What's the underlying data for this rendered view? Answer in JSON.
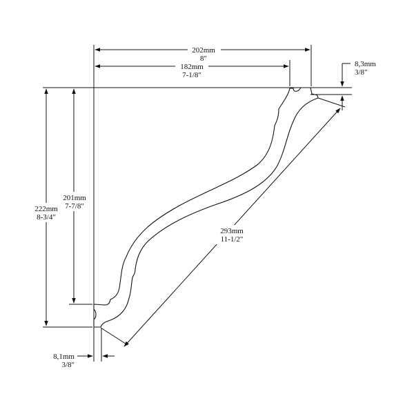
{
  "dimensions": {
    "top_outer": {
      "metric": "202mm",
      "imperial": "8\""
    },
    "top_inner": {
      "metric": "182mm",
      "imperial": "7-1/8\""
    },
    "top_right_small": {
      "metric": "8,3mm",
      "imperial": "3/8\""
    },
    "left_outer": {
      "metric": "222mm",
      "imperial": "8-3/4\""
    },
    "left_inner": {
      "metric": "201mm",
      "imperial": "7-7/8\""
    },
    "diagonal": {
      "metric": "293mm",
      "imperial": "11-1/2\""
    },
    "bottom_left_small": {
      "metric": "8,1mm",
      "imperial": "3/8\""
    }
  },
  "colors": {
    "line": "#111111",
    "background": "#ffffff"
  }
}
